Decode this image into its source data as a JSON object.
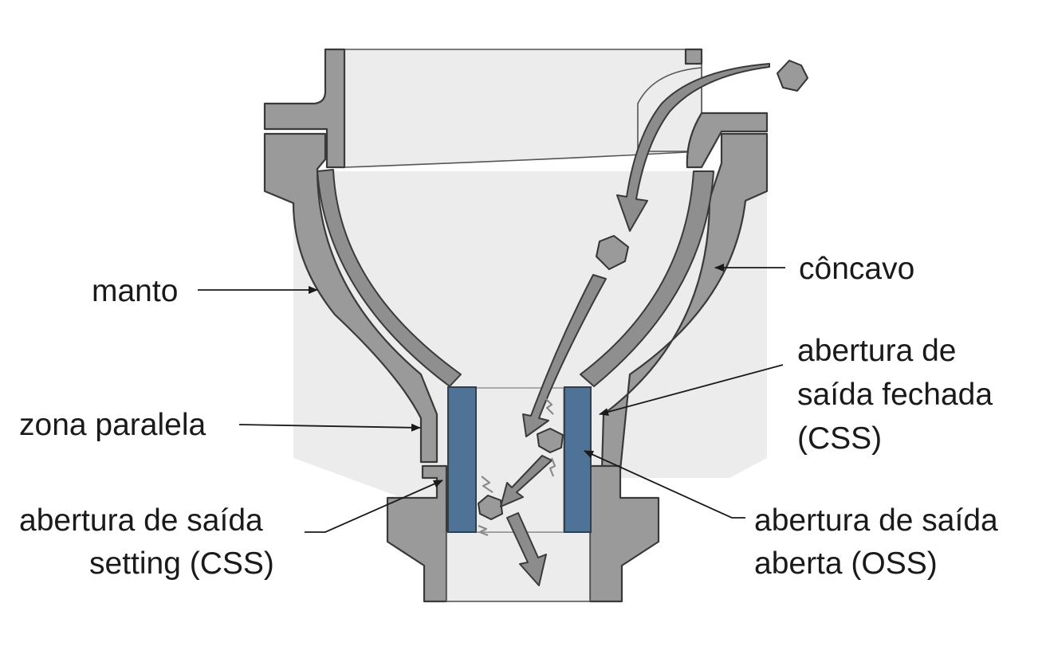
{
  "labels": {
    "manto": "manto",
    "concavo": "côncavo",
    "zona_paralela": "zona paralela",
    "css_fechada": [
      "abertura de",
      "saída fechada",
      "(CSS)"
    ],
    "css_setting": [
      "abertura de saída",
      "setting (CSS)"
    ],
    "oss_aberta": [
      "abertura de saída",
      "aberta (OSS)"
    ]
  },
  "colors": {
    "body_fill": "#ececec",
    "steel": "#9a9a9a",
    "closed_gap_highlight": "#4f7396",
    "text": "#1a1a1a"
  }
}
